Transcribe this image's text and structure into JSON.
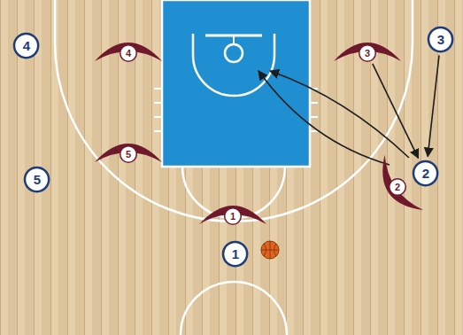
{
  "diagram": {
    "nodes": [
      {
        "text": [
          "4"
        ]
      },
      {
        "text": [
          "4"
        ]
      },
      {
        "text": [
          "3"
        ]
      },
      {
        "text": [
          "3"
        ]
      },
      {
        "text": [
          "5"
        ]
      },
      {
        "text": [
          "5"
        ]
      },
      {
        "text": [
          "2"
        ]
      },
      {
        "text": [
          "2"
        ]
      },
      {
        "text": [
          "1"
        ]
      },
      {
        "text": [
          "1"
        ]
      }
    ],
    "edges": [
      {
        "from": 3,
        "to": 6,
        "arrow": "to"
      },
      {
        "from": 2,
        "to": 6,
        "arrow": "to"
      }
    ]
  }
}
